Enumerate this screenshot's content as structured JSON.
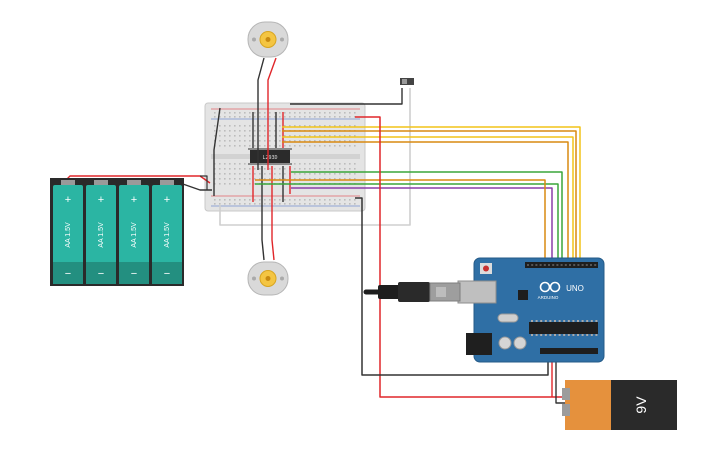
{
  "colors": {
    "background": "#ffffff",
    "wire_red": "#e0262a",
    "wire_black": "#333333",
    "wire_yellow": "#f2c418",
    "wire_orange": "#d98a10",
    "wire_green": "#3aa53a",
    "wire_purple": "#8a3fa8",
    "wire_gray": "#cfcfcf",
    "arduino_blue": "#2f6fa5",
    "battery_teal": "#2bb5a3",
    "battery_9v_orange": "#e5913d",
    "breadboard": "#e6e6e6"
  },
  "breadboard": {
    "chip_label": "L293D"
  },
  "aa_batteries": [
    {
      "plus": "+",
      "minus": "−",
      "label": "AA 1.5V"
    },
    {
      "plus": "+",
      "minus": "−",
      "label": "AA 1.5V"
    },
    {
      "plus": "+",
      "minus": "−",
      "label": "AA 1.5V"
    },
    {
      "plus": "+",
      "minus": "−",
      "label": "AA 1.5V"
    }
  ],
  "arduino": {
    "brand": "ARDUINO",
    "model": "UNO"
  },
  "battery_9v": {
    "label": "9V"
  },
  "icons": [
    "dc-motor-icon",
    "slide-switch-icon",
    "usb-cable-icon",
    "aa-battery-icon",
    "9v-battery-icon",
    "arduino-board-icon",
    "breadboard-icon"
  ]
}
